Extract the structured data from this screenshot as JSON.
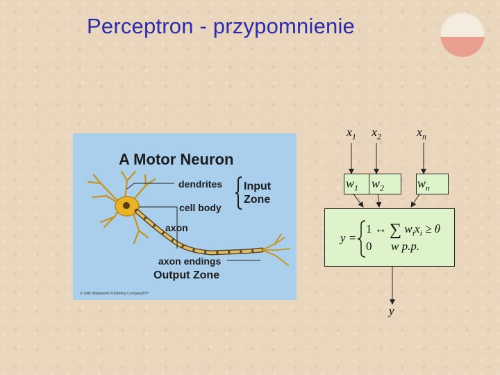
{
  "title": "Perceptron - przypomnienie",
  "neuron_figure": {
    "heading": "A Motor Neuron",
    "dendrites": "dendrites",
    "cell_body": "cell body",
    "input_zone_line1": "Input",
    "input_zone_line2": "Zone",
    "axon": "axon",
    "axon_endings": "axon endings",
    "output_zone": "Output Zone",
    "copyright": "© 1995 Wadsworth Publishing Company/ITP"
  },
  "perceptron": {
    "inputs": [
      {
        "x": "x",
        "x_sub": "1",
        "w": "w",
        "w_sub": "1"
      },
      {
        "x": "x",
        "x_sub": "2",
        "w": "w",
        "w_sub": "2"
      },
      {
        "x": "x",
        "x_sub": "n",
        "w": "w",
        "w_sub": "n"
      }
    ],
    "formula": {
      "lhs": "y =",
      "case1_value": "1",
      "case1_cond_w": "w",
      "case1_cond_i": "i",
      "case1_cond_x": "x",
      "case1_cond_tail": "≥ θ",
      "case2_value": "0",
      "case2_cond": "w p.p."
    },
    "output": "y"
  }
}
